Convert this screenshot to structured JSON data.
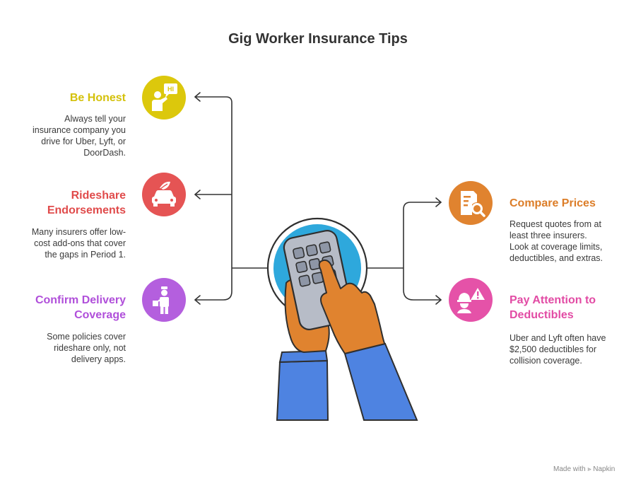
{
  "title": "Gig Worker Insurance Tips",
  "colors": {
    "yellow": "#DCC80C",
    "red": "#E55454",
    "purple": "#B45FDE",
    "orange": "#E0832F",
    "pink": "#E552A8",
    "blue": "#4E83E1",
    "sky": "#2EA8DC",
    "skin": "#E0832F",
    "device": "#B7BCC7"
  },
  "tips": {
    "be_honest": {
      "heading": "Be Honest",
      "lines": [
        "Always tell your",
        "insurance company you",
        "drive for Uber, Lyft, or",
        "DoorDash."
      ],
      "icon": "speech-person-icon",
      "badge": "HI"
    },
    "rideshare": {
      "heading_lines": [
        "Rideshare",
        "Endorsements"
      ],
      "lines": [
        "Many insurers offer low-",
        "cost add-ons that cover",
        "the gaps in Period 1."
      ],
      "icon": "car-insurance-icon"
    },
    "delivery": {
      "heading_lines": [
        "Confirm Delivery",
        "Coverage"
      ],
      "lines": [
        "Some policies cover",
        "rideshare only, not",
        "delivery apps."
      ],
      "icon": "delivery-person-icon"
    },
    "compare": {
      "heading": "Compare Prices",
      "lines": [
        "Request quotes from at",
        "least three insurers.",
        "Look at coverage limits,",
        "deductibles, and extras."
      ],
      "icon": "document-search-icon"
    },
    "deductibles": {
      "heading_lines": [
        "Pay Attention to",
        "Deductibles"
      ],
      "lines": [
        "Uber and Lyft often have",
        "$2,500 deductibles for",
        "collision coverage."
      ],
      "icon": "worker-warning-icon"
    }
  },
  "center_icon": "hands-calculator-icon",
  "watermark": {
    "made_with": "Made with",
    "brand": "Napkin"
  }
}
